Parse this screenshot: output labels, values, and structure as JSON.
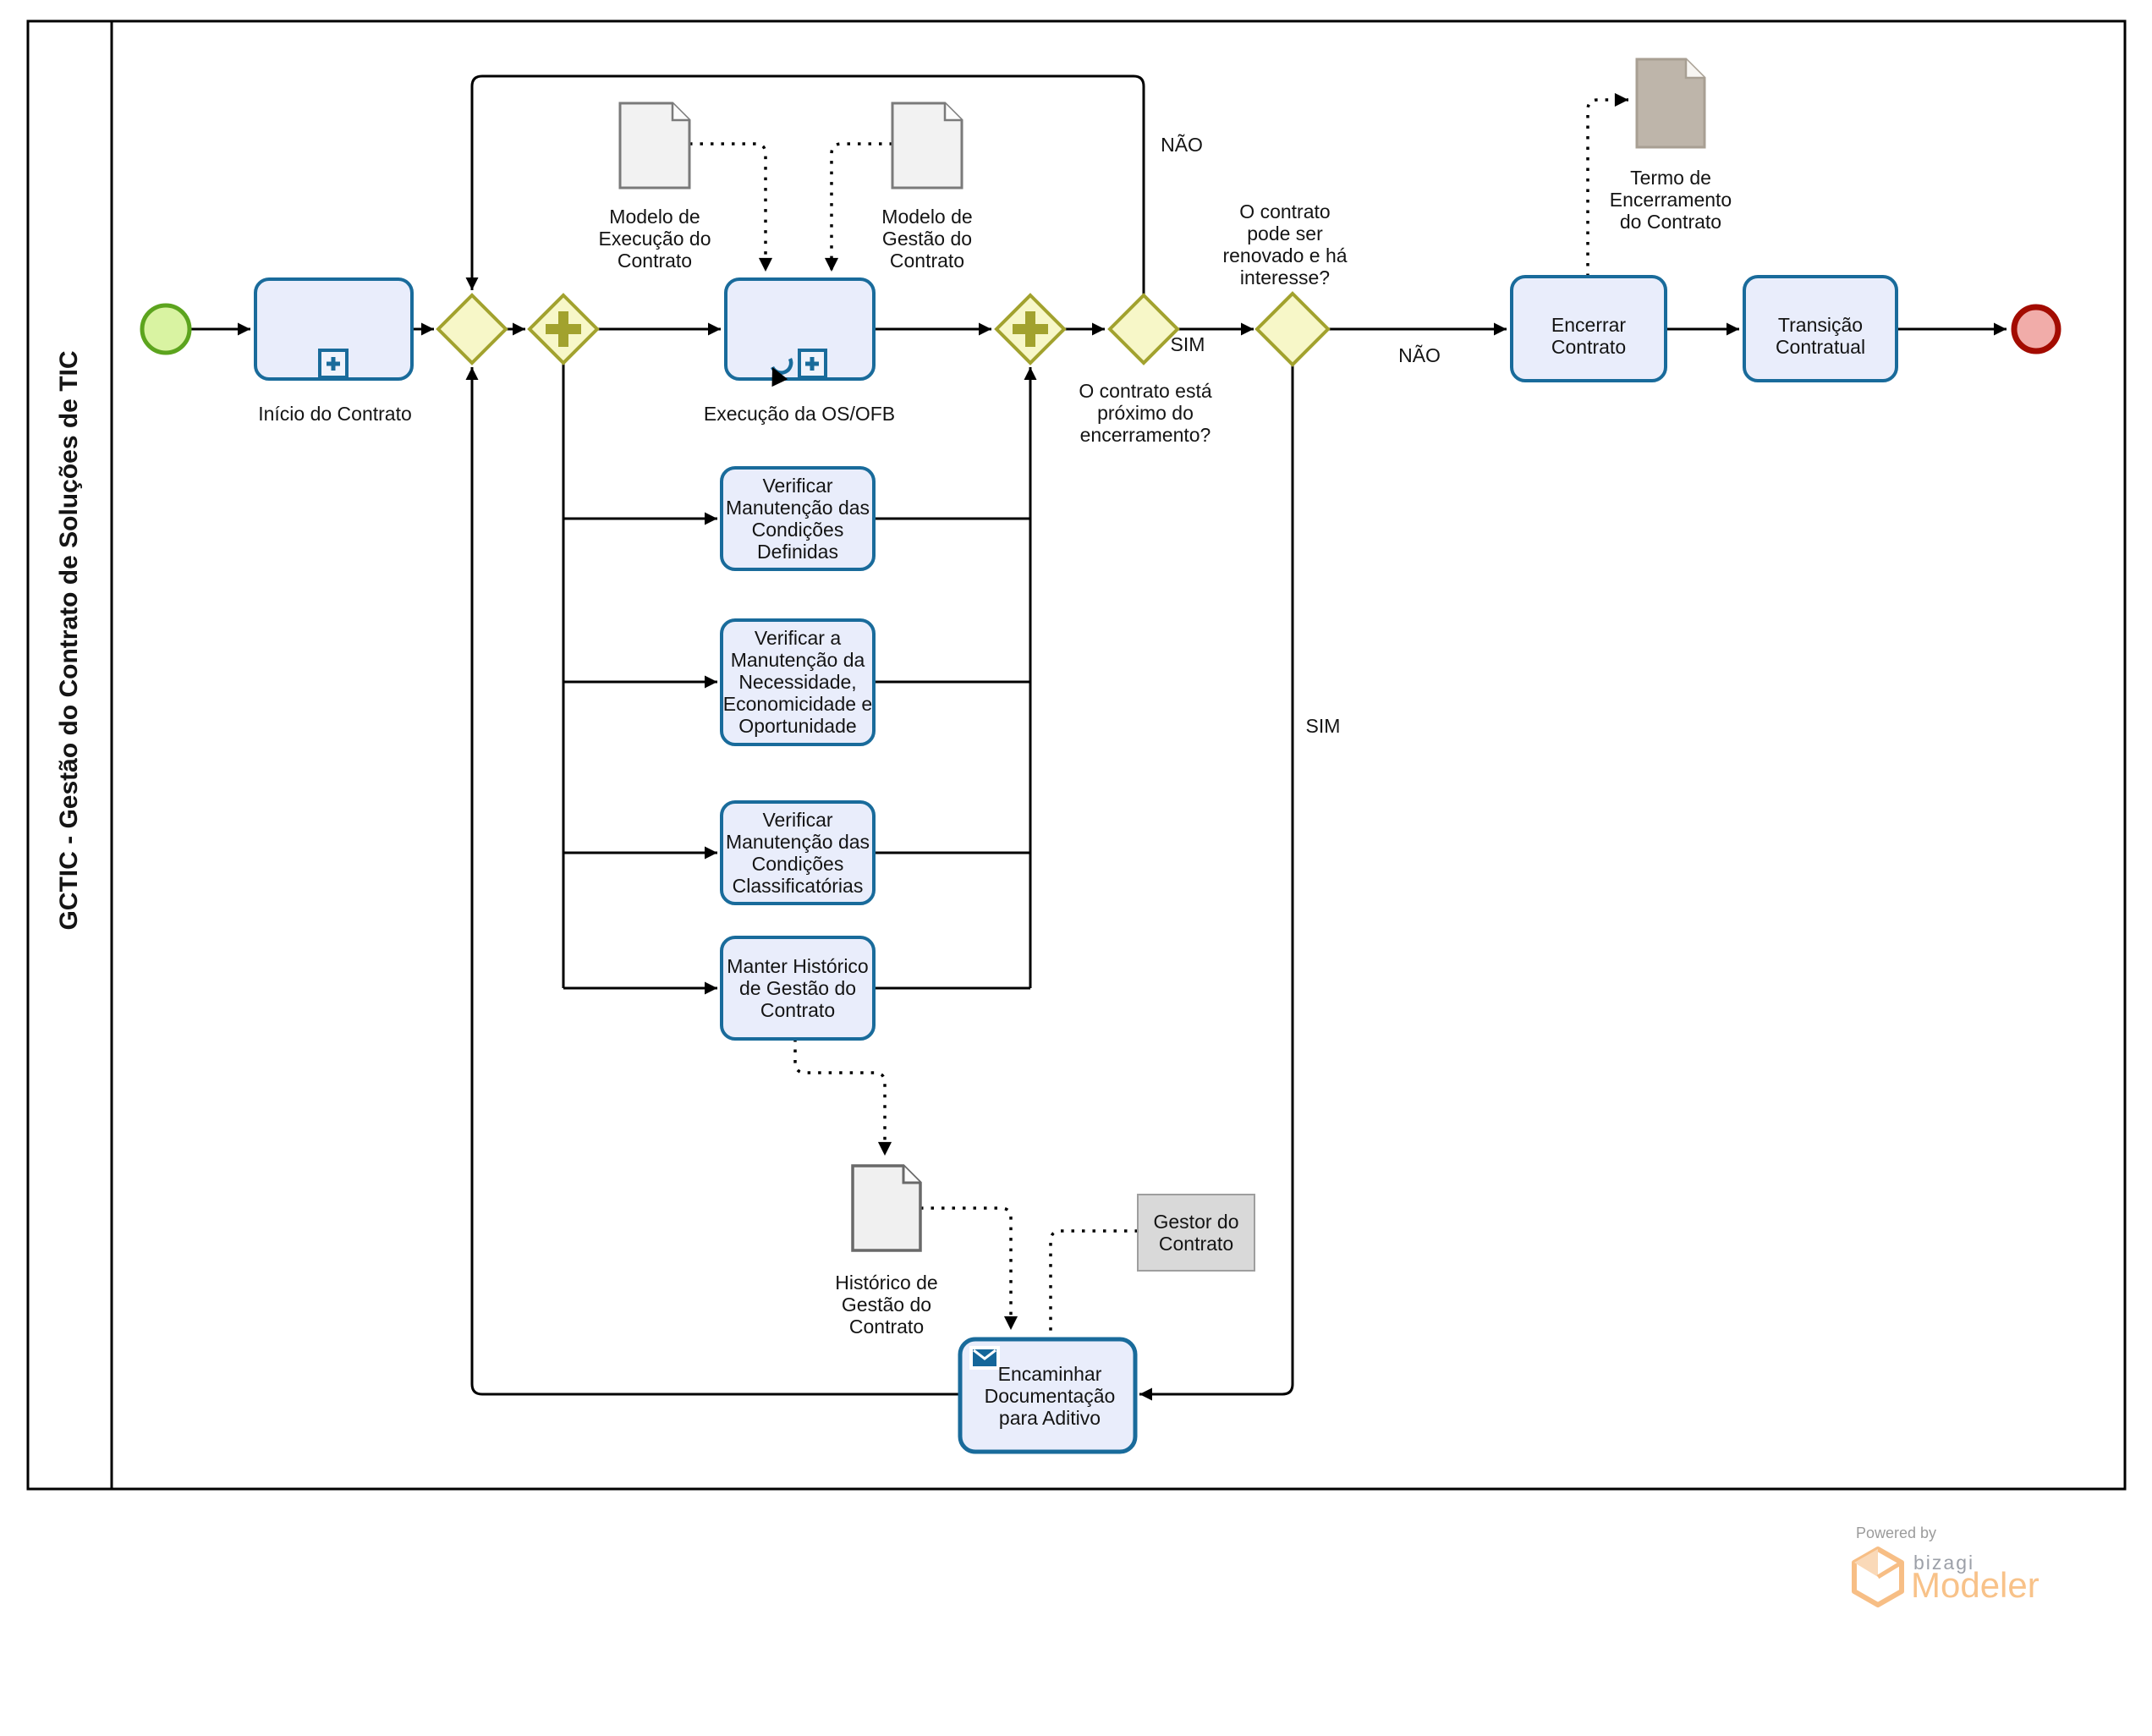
{
  "lane": {
    "title": "GCTIC - Gestão do Contrato de Soluções de TIC"
  },
  "tasks": {
    "inicio": "Início do Contrato",
    "execucao": "Execução da OS/OFB",
    "verificar_definidas": "Verificar\nManutenção das\nCondições\nDefinidas",
    "verificar_necessidade": "Verificar a\nManutenção da\nNecessidade,\nEconomicidade e\nOportunidade",
    "verificar_classificatorias": "Verificar\nManutenção das\nCondições\nClassificatórias",
    "manter_historico": "Manter Histórico\nde Gestão do\nContrato",
    "encaminhar": "Encaminhar\nDocumentação\npara Aditivo",
    "encerrar": "Encerrar\nContrato",
    "transicao": "Transição\nContratual"
  },
  "gateways": {
    "proximo_encerramento_question": "O contrato está\npróximo do\nencerramento?",
    "renovado_question": "O contrato\npode ser\nrenovado e há\ninteresse?"
  },
  "edge_labels": {
    "nao_loop": "NÃO",
    "sim_encerramento": "SIM",
    "nao_renovado": "NÃO",
    "sim_renovado": "SIM"
  },
  "documents": {
    "modelo_execucao": "Modelo de\nExecução do\nContrato",
    "modelo_gestao": "Modelo de\nGestão do\nContrato",
    "historico": "Histórico de\nGestão do\nContrato",
    "termo": "Termo de\nEncerramento\ndo Contrato"
  },
  "artifacts": {
    "gestor": "Gestor do\nContrato"
  },
  "logo": {
    "powered_by": "Powered by",
    "brand": "bizagi",
    "product": "Modeler"
  },
  "colors": {
    "task_fill": "#E9EDFB",
    "task_border": "#196B9B",
    "gateway_fill": "#F7F7C8",
    "gateway_border": "#A2A22E",
    "start_fill": "#D9F3A2",
    "start_border": "#5CA41E",
    "end_fill": "#F1ACA9",
    "end_border": "#A30B00",
    "document_fill": "#F2F2F2",
    "document_border": "#7A7A7A",
    "termo_fill": "#BEB5AA",
    "termo_border": "#A89F93",
    "artifact_fill": "#D9D9D9",
    "flow": "#000000",
    "logo_orange": "#F8C289",
    "logo_gray": "#9B9B9B"
  }
}
